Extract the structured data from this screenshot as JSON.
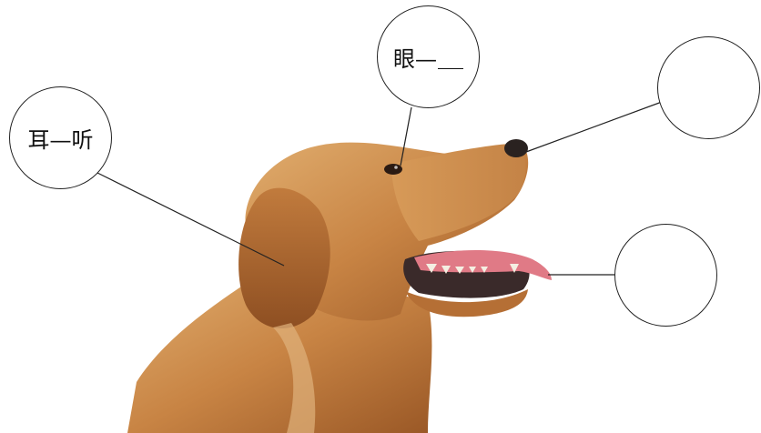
{
  "labels": {
    "ear": "耳—听",
    "eye": "眼—",
    "nose": "",
    "mouth": ""
  },
  "colors": {
    "fur_light": "#dba463",
    "fur_mid": "#c07a3a",
    "fur_dark": "#8c4e21",
    "nose": "#2a2220",
    "tongue": "#e07a86",
    "gums": "#3a2a2a",
    "teeth": "#f4efe2",
    "line": "#222222"
  },
  "icons": [
    "golden-retriever-head-illustration"
  ]
}
